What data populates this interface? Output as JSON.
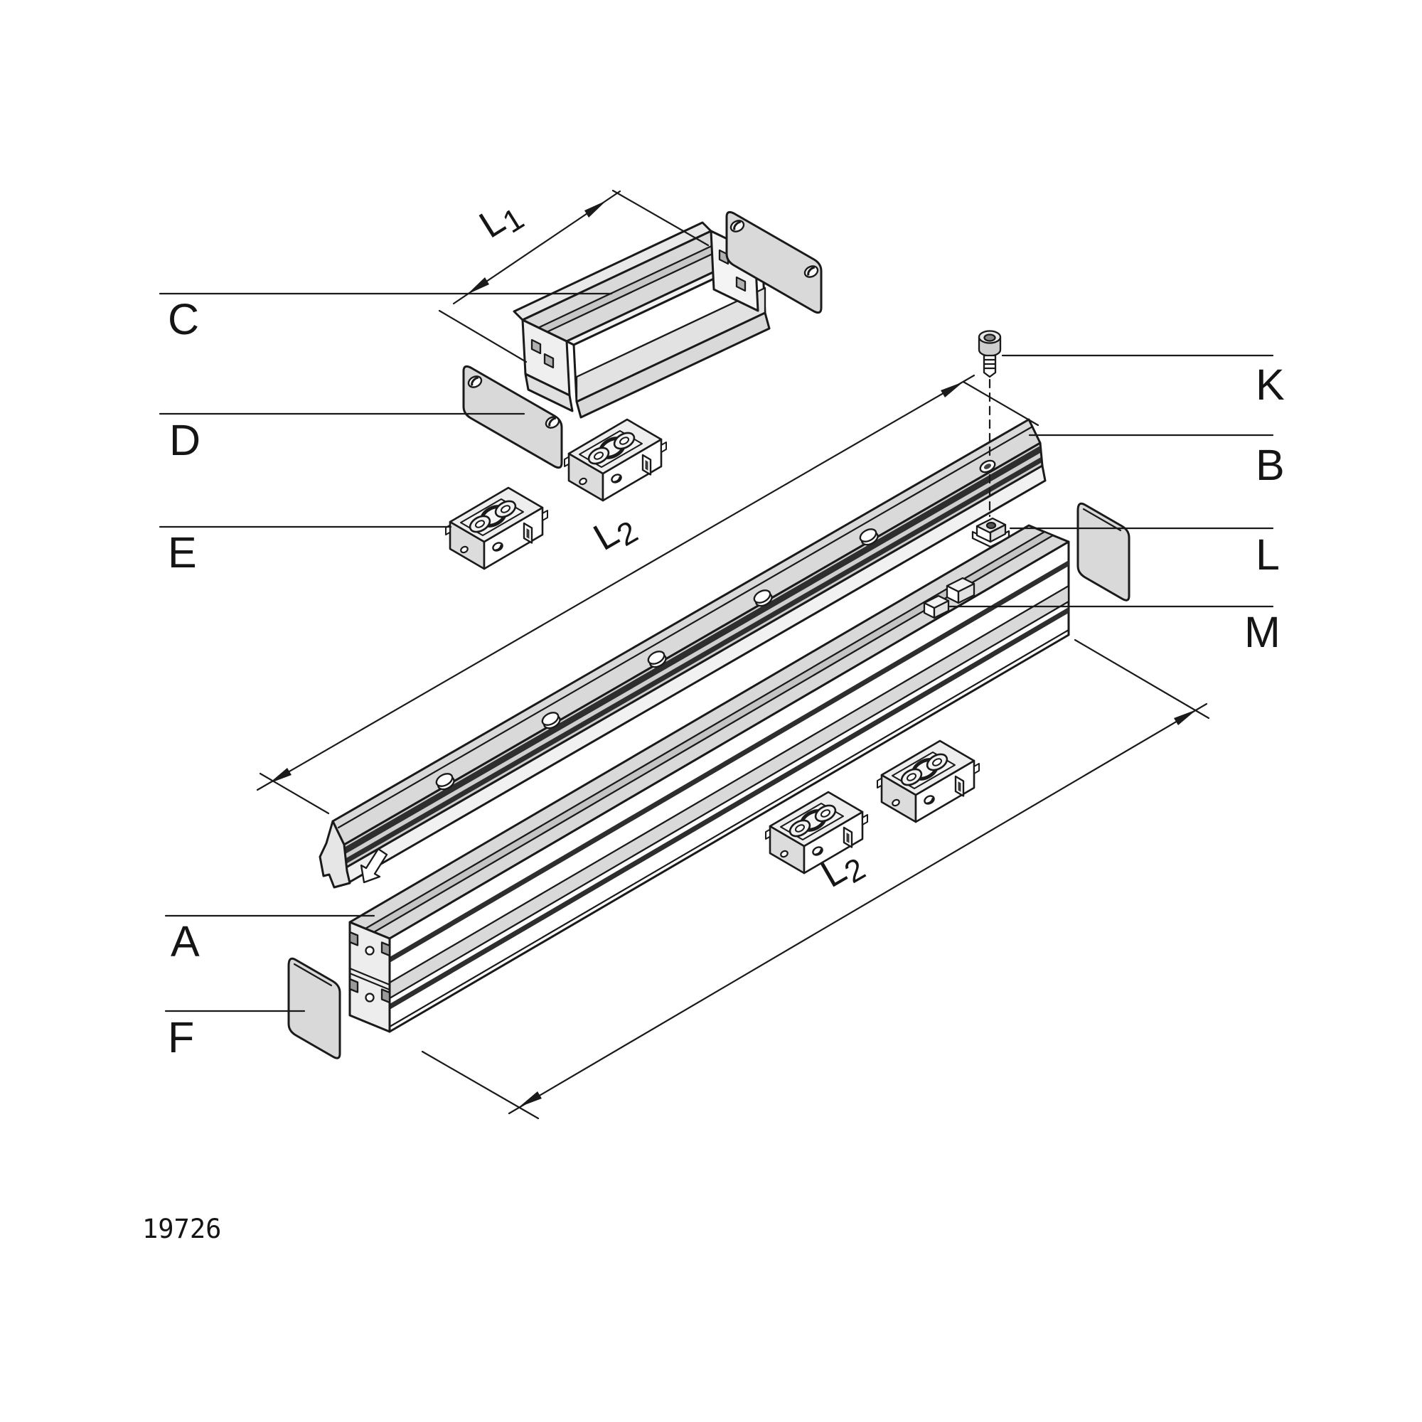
{
  "figure": {
    "type": "exploded-assembly-technical-drawing",
    "part_number": "19726",
    "part_labels": {
      "c": "C",
      "d": "D",
      "e": "E",
      "a": "A",
      "f": "F",
      "k": "K",
      "b": "B",
      "l": "L",
      "m": "M"
    },
    "dimension_labels": {
      "l1": {
        "base": "L",
        "sub": "1"
      },
      "l2_rail": {
        "base": "L",
        "sub": "2"
      },
      "l2_profile": {
        "base": "L",
        "sub": "2"
      }
    },
    "colors": {
      "line": "#1a1a1a",
      "face_light": "#d9d9d9",
      "face_mid": "#ececec",
      "face_white": "#ffffff",
      "groove_dark": "#2e2e2e"
    }
  }
}
